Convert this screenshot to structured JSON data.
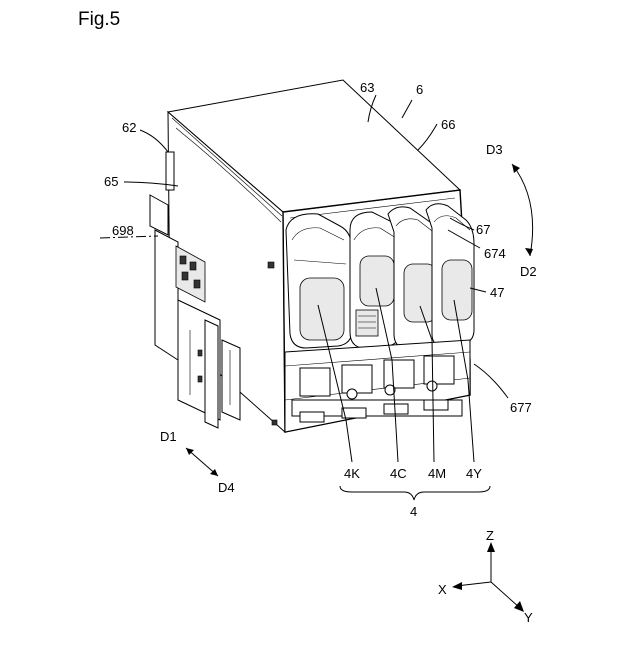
{
  "figure": {
    "title": "Fig.5",
    "labels": {
      "l_6": "6",
      "l_63": "63",
      "l_62": "62",
      "l_66": "66",
      "l_65": "65",
      "l_698": "698",
      "l_67": "67",
      "l_674": "674",
      "l_47": "47",
      "l_677": "677",
      "l_4k": "4K",
      "l_4c": "4C",
      "l_4m": "4M",
      "l_4y": "4Y",
      "l_4": "4"
    },
    "directions": {
      "d1": "D1",
      "d2": "D2",
      "d3": "D3",
      "d4": "D4"
    },
    "axes": {
      "x": "X",
      "y": "Y",
      "z": "Z"
    }
  }
}
